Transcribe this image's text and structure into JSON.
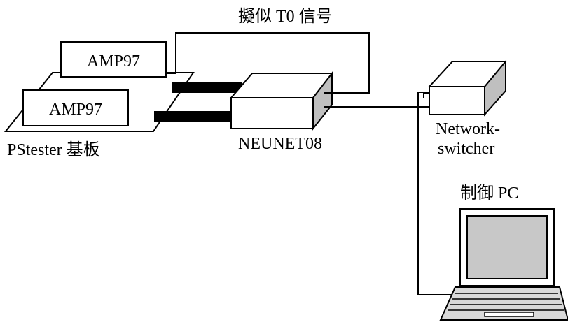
{
  "labels": {
    "t0_signal": "擬似 T0 信号",
    "amp_top": "AMP97",
    "amp_bottom": "AMP97",
    "board": "PStester 基板",
    "neunet": "NEUNET08",
    "switch_line1": "Network-",
    "switch_line2": "switcher",
    "pc": "制御 PC"
  },
  "colors": {
    "stroke": "#000000",
    "box_front": "#ffffff",
    "box_side": "#bfbfbf",
    "screen": "#c8c8c8",
    "keyboard": "#d9d9d9"
  }
}
